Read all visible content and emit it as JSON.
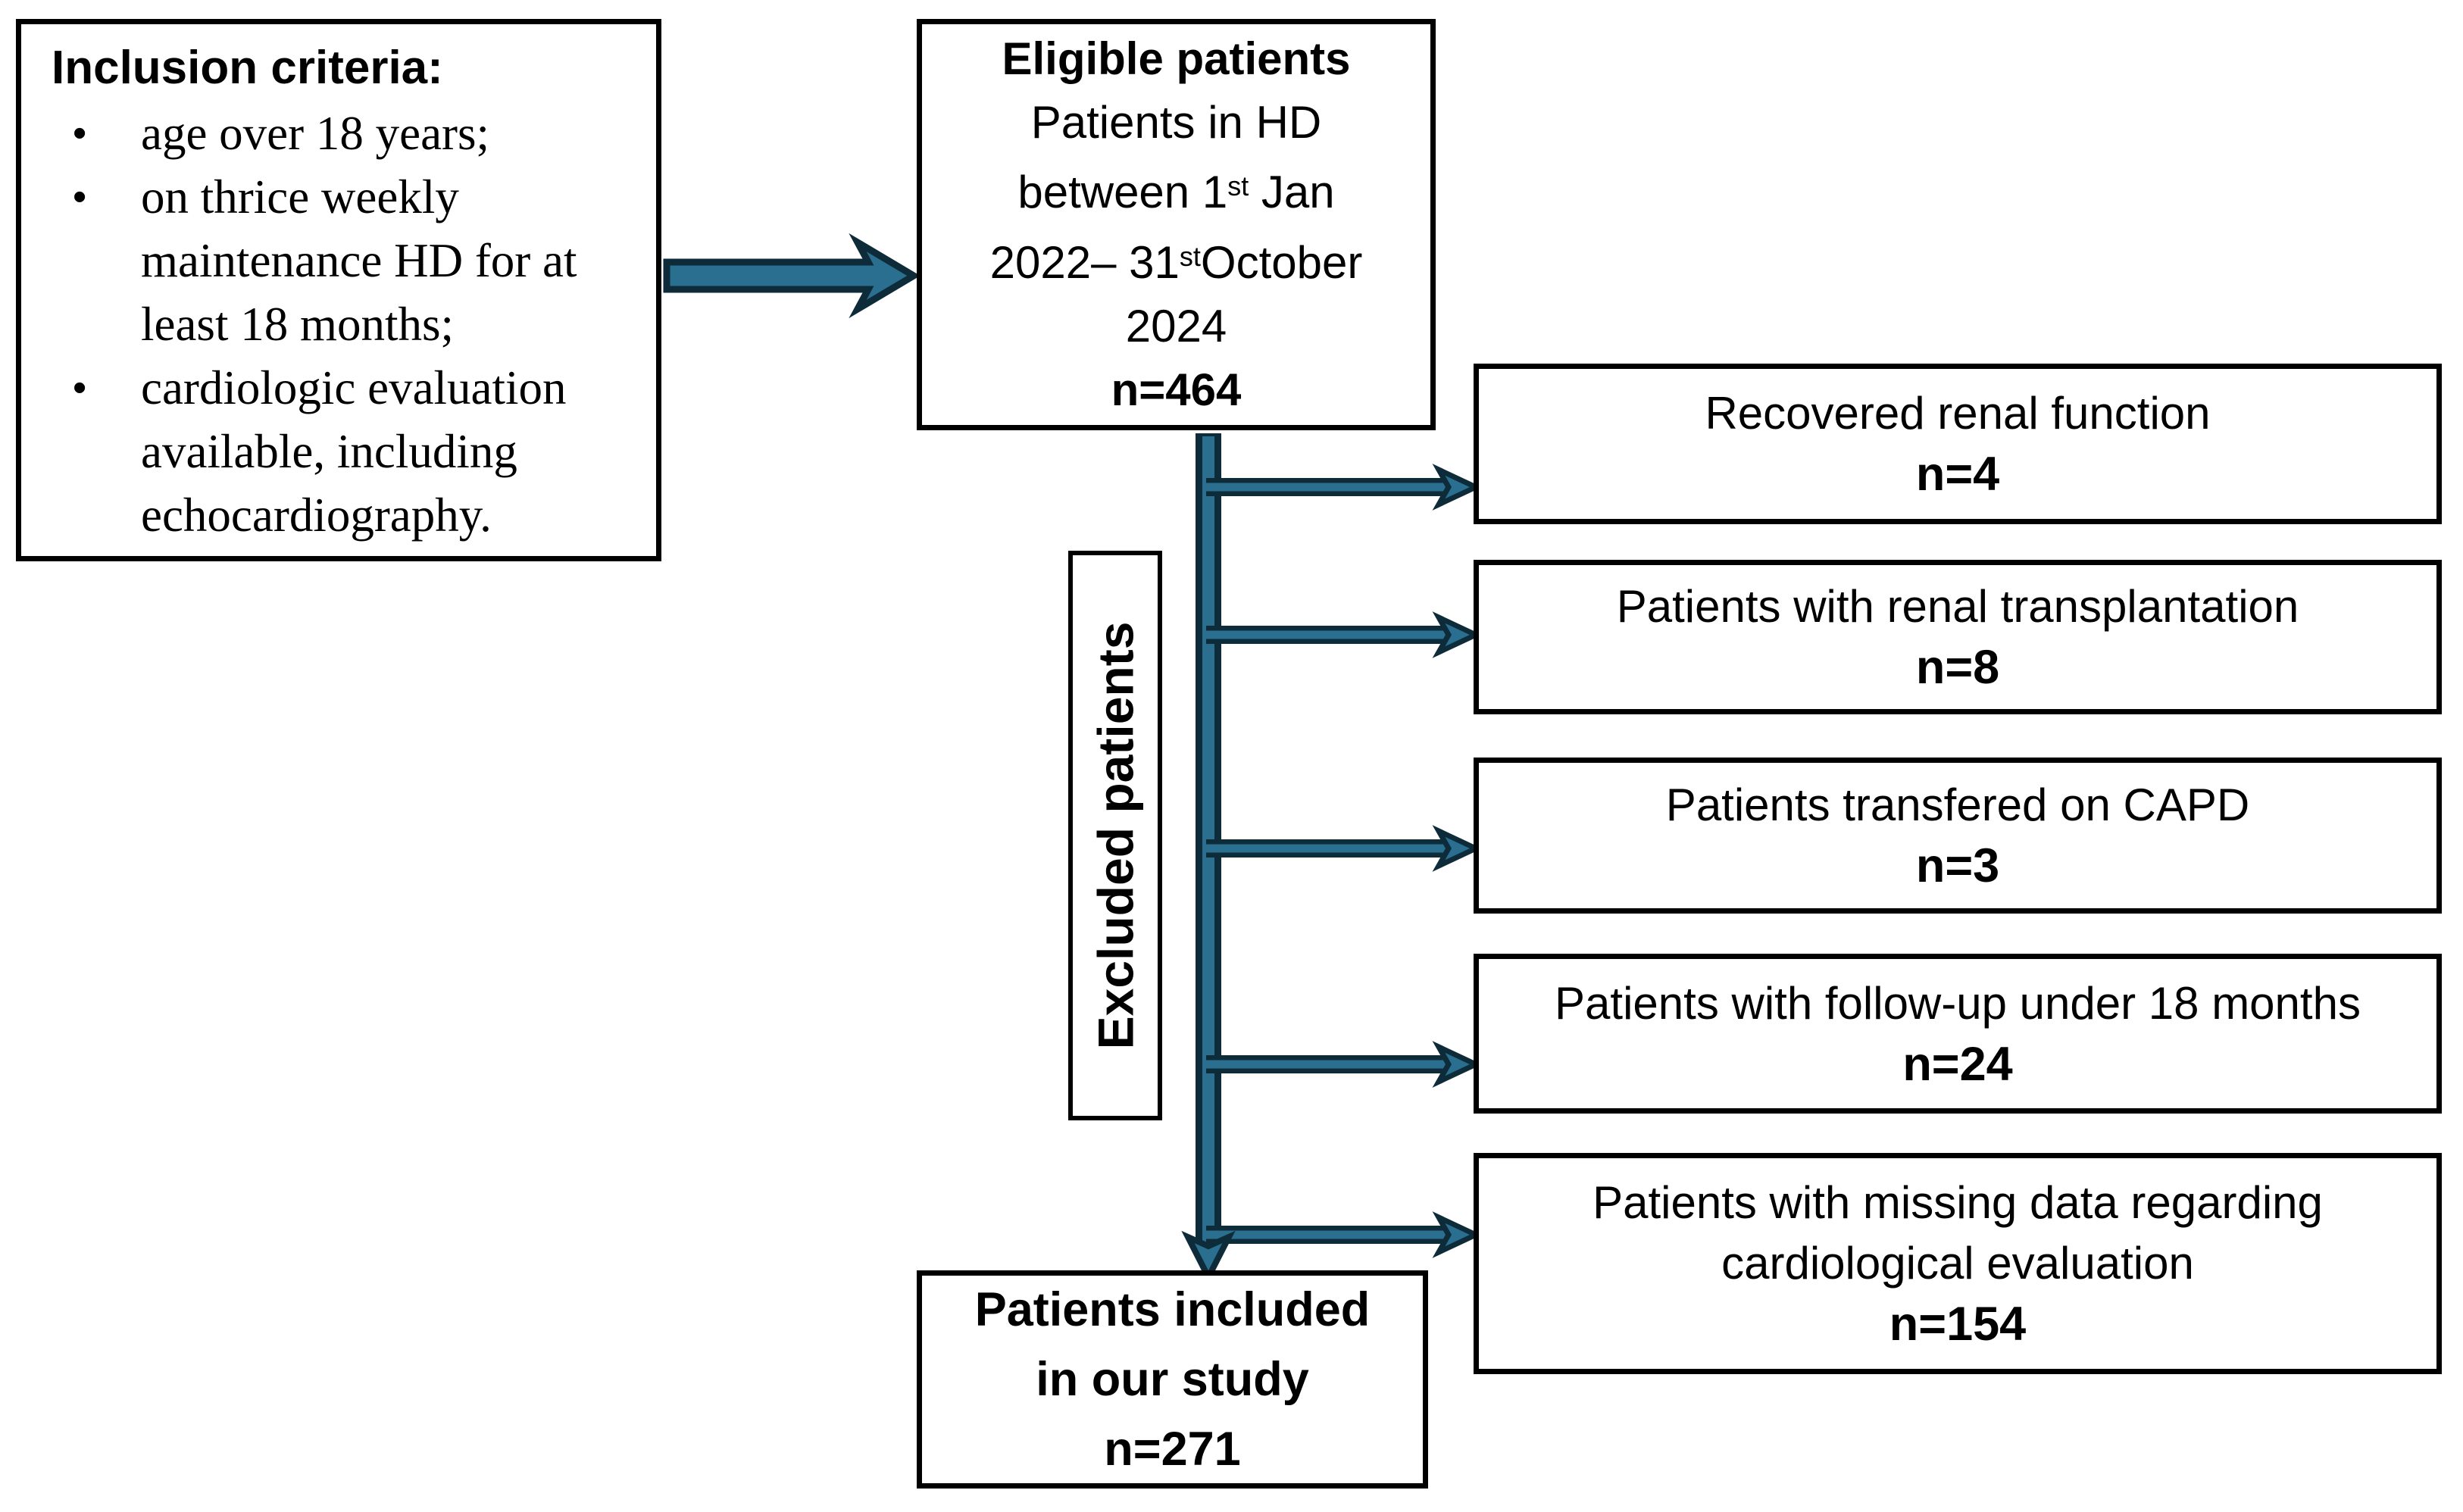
{
  "colors": {
    "arrow_fill": "#2A6F90",
    "arrow_outline": "#0E2B3A",
    "box_border": "#000000",
    "background": "#ffffff"
  },
  "inclusion_box": {
    "heading": "Inclusion criteria:",
    "bullet": "•",
    "bullets": [
      "age over 18 years;",
      "on thrice weekly maintenance HD for at least 18 months;",
      "cardiologic evaluation available, including echocardiography."
    ]
  },
  "eligible_box": {
    "title": "Eligible patients",
    "line1": "Patients in HD",
    "date_line1": [
      {
        "t": "between 1"
      },
      {
        "sup": "st"
      },
      {
        "t": " Jan"
      }
    ],
    "date_line2": [
      {
        "t": "2022– 31"
      },
      {
        "sup": "st"
      },
      {
        "t": "October"
      }
    ],
    "line2": "2024",
    "n": "n=464"
  },
  "excluded_label": "Excluded patients",
  "exclusions": [
    {
      "label": "Recovered renal function",
      "n": "n=4"
    },
    {
      "label": "Patients with renal transplantation",
      "n": "n=8"
    },
    {
      "label": "Patients transfered on CAPD",
      "n": "n=3"
    },
    {
      "label": "Patients with follow-up under 18 months",
      "n": "n=24"
    },
    {
      "label": "Patients with missing data regarding",
      "label2": "cardiological evaluation",
      "n": "n=154"
    }
  ],
  "included_box": {
    "line1": "Patients included",
    "line2": "in our study",
    "n": "n=271"
  }
}
